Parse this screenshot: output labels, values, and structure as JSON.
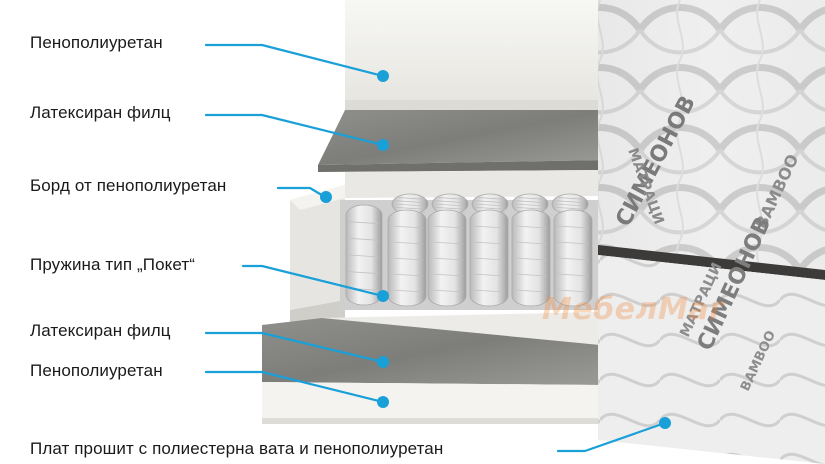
{
  "labels": [
    "Пенополиуретан",
    "Латексиран филц",
    "Борд от пенополиуретан",
    "Пружина тип „Покет“",
    "Латексиран филц",
    "Пенополиуретан",
    "Плат прошит с полиестерна вата и пенополиуретан"
  ],
  "watermark": "МебелМаг",
  "fabric_text": {
    "brand": "СИМЕОНОВ",
    "product": "МАТРАЦИ",
    "material": "BAMBOO"
  },
  "colors": {
    "leader_line": "#1aa0d8",
    "foam": "#f3f2ee",
    "felt": "#8d8d8a",
    "spring": "#d9d9d9",
    "fabric": "#ececec",
    "watermark": "#f08a3c"
  }
}
